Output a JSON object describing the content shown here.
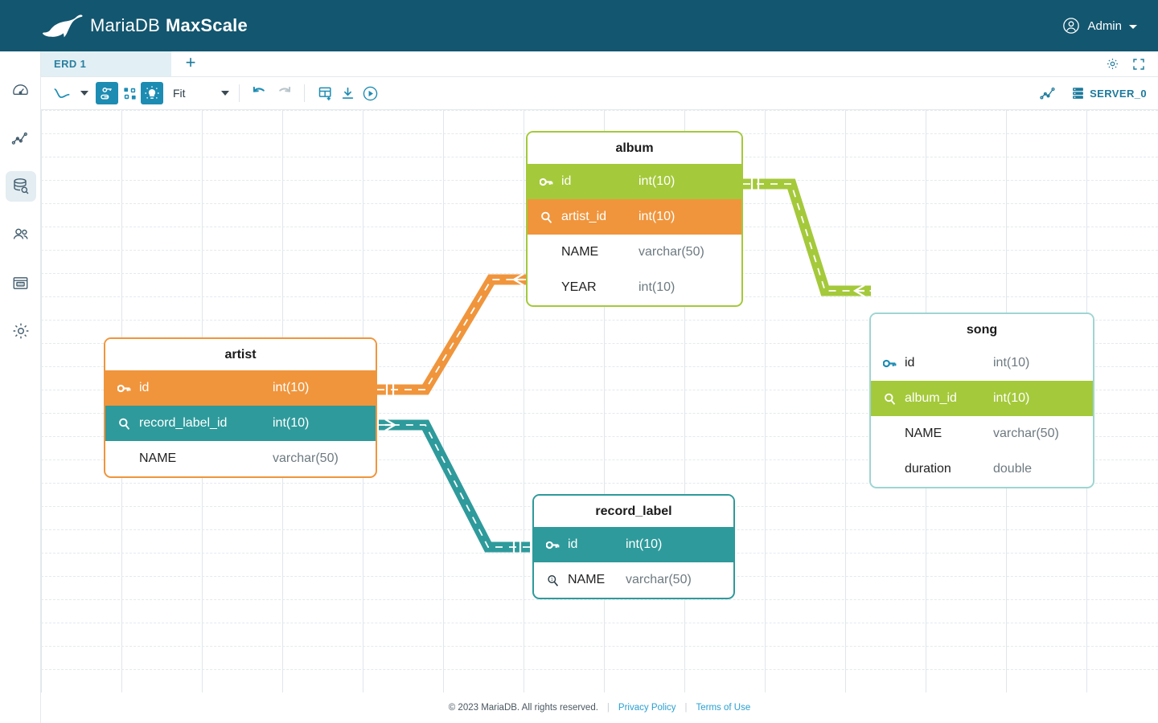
{
  "header": {
    "brand_maria": "Maria",
    "brand_db": "DB",
    "brand_product": "MaxScale",
    "logo_icon": "mariadb-seal-logo",
    "account": {
      "icon": "user-circle-icon",
      "label": "Admin",
      "caret_icon": "chevron-down-icon"
    }
  },
  "sidebar": {
    "items": [
      {
        "name": "dashboard",
        "icon": "gauge-icon",
        "active": false
      },
      {
        "name": "visualization",
        "icon": "line-chart-icon",
        "active": false
      },
      {
        "name": "query-editor",
        "icon": "database-search-icon",
        "active": true
      },
      {
        "name": "users",
        "icon": "users-icon",
        "active": false
      },
      {
        "name": "logs",
        "icon": "logs-archive-icon",
        "active": false
      },
      {
        "name": "settings",
        "icon": "gear-icon",
        "active": false
      }
    ]
  },
  "tabstrip": {
    "tabs": [
      {
        "label": "ERD 1",
        "active": true
      }
    ],
    "add_tab_label": "+",
    "settings_icon": "gear-icon",
    "fullscreen_icon": "expand-icon"
  },
  "toolbar": {
    "link_shape_icon": "curved-link-icon",
    "link_shape_caret": "chevron-down-icon",
    "show_keys_icon": "key-link-icon",
    "show_keys_active": true,
    "relationship_icon": "entity-shape-icon",
    "relationship_active": false,
    "highlight_icon": "lightbulb-icon",
    "highlight_active": true,
    "zoom_label": "Fit",
    "zoom_caret": "chevron-down-icon",
    "undo_icon": "undo-icon",
    "redo_icon": "redo-icon",
    "add_table_icon": "add-table-icon",
    "export_icon": "download-icon",
    "run_icon": "play-circle-icon",
    "graph_icon": "chart-line-icon",
    "server_icon": "server-icon",
    "server_label": "SERVER_0"
  },
  "colors": {
    "brand_dark": "#13566f",
    "accent_blue": "#1d8cb3",
    "green": "#a4c93a",
    "orange": "#f0953c",
    "teal": "#2e9a9b",
    "teal_light": "#9fd5d2"
  },
  "erd": {
    "tables": [
      {
        "name": "album",
        "accent": "#a4c93a",
        "columns": [
          {
            "name": "id",
            "type": "int(10)",
            "icon": "primary-key-icon",
            "style": "pk"
          },
          {
            "name": "artist_id",
            "type": "int(10)",
            "icon": "index-icon",
            "style": "fk"
          },
          {
            "name": "NAME",
            "type": "varchar(50)",
            "icon": "",
            "style": "plain"
          },
          {
            "name": "YEAR",
            "type": "int(10)",
            "icon": "",
            "style": "plain"
          }
        ]
      },
      {
        "name": "artist",
        "accent": "#f0953c",
        "columns": [
          {
            "name": "id",
            "type": "int(10)",
            "icon": "primary-key-icon",
            "style": "pk"
          },
          {
            "name": "record_label_id",
            "type": "int(10)",
            "icon": "index-icon",
            "style": "fk"
          },
          {
            "name": "NAME",
            "type": "varchar(50)",
            "icon": "",
            "style": "plain"
          }
        ]
      },
      {
        "name": "song",
        "accent": "#9fd5d2",
        "columns": [
          {
            "name": "id",
            "type": "int(10)",
            "icon": "primary-key-icon",
            "style": "plain-key"
          },
          {
            "name": "album_id",
            "type": "int(10)",
            "icon": "index-icon",
            "style": "fk"
          },
          {
            "name": "NAME",
            "type": "varchar(50)",
            "icon": "",
            "style": "plain"
          },
          {
            "name": "duration",
            "type": "double",
            "icon": "",
            "style": "plain"
          }
        ]
      },
      {
        "name": "record_label",
        "accent": "#2e9a9b",
        "columns": [
          {
            "name": "id",
            "type": "int(10)",
            "icon": "primary-key-icon",
            "style": "pk"
          },
          {
            "name": "NAME",
            "type": "varchar(50)",
            "icon": "unique-index-icon",
            "style": "plain"
          }
        ]
      }
    ],
    "relationships": [
      {
        "from": "artist.id",
        "to": "album.artist_id",
        "color": "#f0953c",
        "cardinality": "one-to-many"
      },
      {
        "from": "album.id",
        "to": "song.album_id",
        "color": "#a4c93a",
        "cardinality": "one-to-many"
      },
      {
        "from": "record_label.id",
        "to": "artist.record_label_id",
        "color": "#2e9a9b",
        "cardinality": "one-to-many"
      }
    ]
  },
  "footer": {
    "copyright": "© 2023 MariaDB. All rights reserved.",
    "sep": "|",
    "privacy": "Privacy Policy",
    "terms": "Terms of Use"
  }
}
